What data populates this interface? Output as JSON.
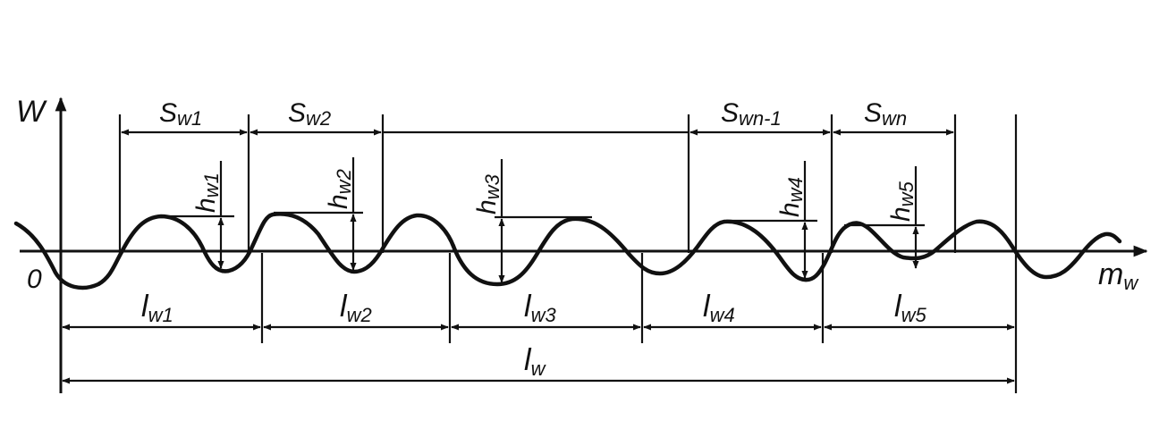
{
  "axes": {
    "y_label": "W",
    "x_label": "m",
    "x_label_sub": "w",
    "origin_label": "0"
  },
  "s_labels": [
    {
      "main": "S",
      "sub": "w1"
    },
    {
      "main": "S",
      "sub": "w2"
    },
    {
      "main": "S",
      "sub": "wn-1"
    },
    {
      "main": "S",
      "sub": "wn"
    }
  ],
  "h_labels": [
    {
      "main": "h",
      "sub": "w1"
    },
    {
      "main": "h",
      "sub": "w2"
    },
    {
      "main": "h",
      "sub": "w3"
    },
    {
      "main": "h",
      "sub": "w4"
    },
    {
      "main": "h",
      "sub": "w5"
    }
  ],
  "l_labels": [
    {
      "main": "l",
      "sub": "w1"
    },
    {
      "main": "l",
      "sub": "w2"
    },
    {
      "main": "l",
      "sub": "w3"
    },
    {
      "main": "l",
      "sub": "w4"
    },
    {
      "main": "l",
      "sub": "w5"
    }
  ],
  "total_label": {
    "main": "l",
    "sub": "w"
  }
}
